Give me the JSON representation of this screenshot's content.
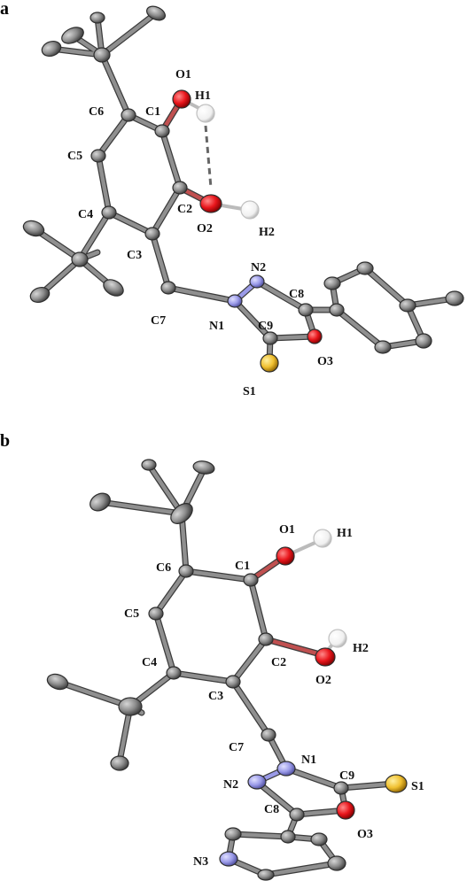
{
  "colors": {
    "carbon": "#8c8c8c",
    "carbon_edge": "#2e2e2e",
    "bond": "#8f8f8f",
    "bond_edge": "#3c3c3c",
    "oxygen": "#e8151b",
    "nitrogen": "#9a9ae8",
    "sulfur": "#f0c030",
    "hydrogen": "#f0f0f0",
    "hbond": "#666666"
  },
  "panels": [
    {
      "label": "a",
      "atom_labels": [
        "O1",
        "H1",
        "C1",
        "C6",
        "C5",
        "C2",
        "O2",
        "H2",
        "C4",
        "C3",
        "N2",
        "C8",
        "C7",
        "N1",
        "C9",
        "O3",
        "S1"
      ]
    },
    {
      "label": "b",
      "atom_labels": [
        "O1",
        "H1",
        "C6",
        "C1",
        "C5",
        "C2",
        "H2",
        "O2",
        "C4",
        "C3",
        "C7",
        "N1",
        "C9",
        "S1",
        "N2",
        "C8",
        "O3",
        "N3"
      ]
    }
  ]
}
